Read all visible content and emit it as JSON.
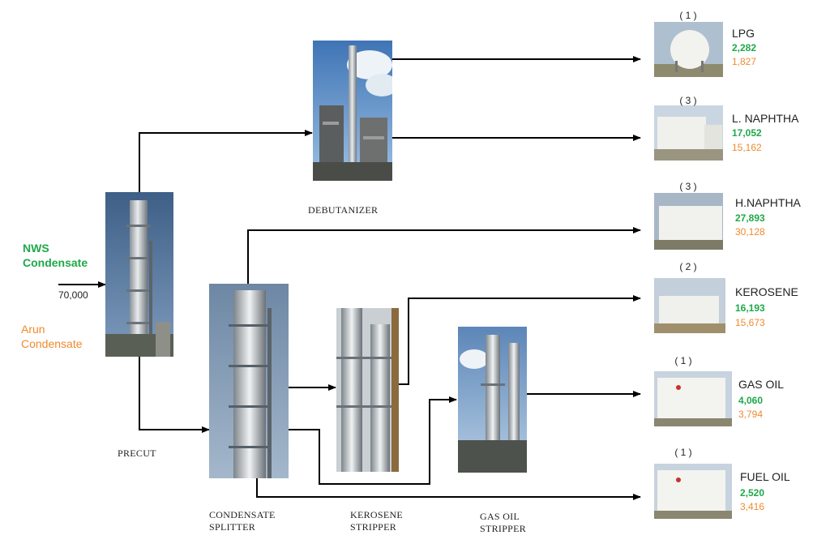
{
  "feeds": {
    "nws_line1": "NWS",
    "nws_line2": "Condensate",
    "rate": "70,000",
    "arun_line1": "Arun",
    "arun_line2": "Condensate"
  },
  "units": {
    "precut": "PRECUT",
    "debutanizer": "DEBUTANIZER",
    "splitter_line1": "CONDENSATE",
    "splitter_line2": "SPLITTER",
    "kero_line1": "KEROSENE",
    "kero_line2": "STRIPPER",
    "gasoil_line1": "GAS OIL",
    "gasoil_line2": "STRIPPER"
  },
  "products": [
    {
      "count": "( 1 )",
      "name": "LPG",
      "green": "2,282",
      "orange": "1,827"
    },
    {
      "count": "( 3 )",
      "name": "L. NAPHTHA",
      "green": "17,052",
      "orange": "15,162"
    },
    {
      "count": "( 3 )",
      "name": "H.NAPHTHA",
      "green": "27,893",
      "orange": "30,128"
    },
    {
      "count": "( 2 )",
      "name": "KEROSENE",
      "green": "16,193",
      "orange": "15,673"
    },
    {
      "count": "( 1 )",
      "name": "GAS OIL",
      "green": "4,060",
      "orange": "3,794"
    },
    {
      "count": "( 1 )",
      "name": "FUEL OIL",
      "green": "2,520",
      "orange": "3,416"
    }
  ],
  "colors": {
    "green": "#1fa84a",
    "orange": "#ef8a2e",
    "line": "#000000"
  }
}
